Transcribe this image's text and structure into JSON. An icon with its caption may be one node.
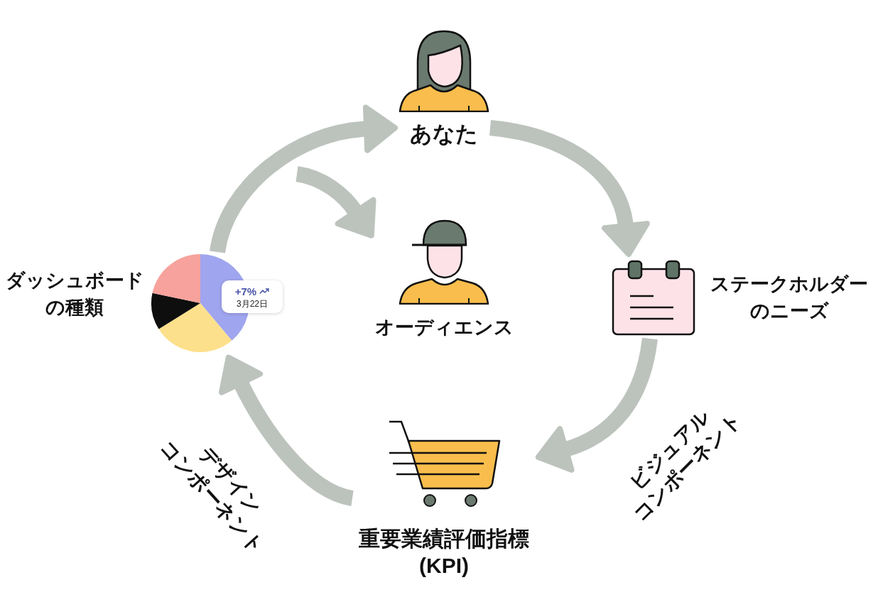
{
  "diagram": {
    "nodes": [
      {
        "text": [
          "あなた"
        ]
      },
      {
        "text": [
          "ダッシュボードの種類"
        ]
      },
      {
        "text": [
          "+7%",
          "3月22日"
        ]
      },
      {
        "text": [
          "オーディエンス"
        ]
      },
      {
        "text": [
          "ステークホルダーのニーズ"
        ]
      },
      {
        "text": [
          "重要業績評価指標 (KPI)"
        ]
      }
    ],
    "edges": [
      {
        "from": 0,
        "to": 4,
        "arrow": "to"
      },
      {
        "from": 4,
        "to": 5,
        "arrow": "to",
        "label": "ビジュアルコンポーネント"
      },
      {
        "from": 5,
        "to": 1,
        "arrow": "to",
        "label": "デザインコンポーネント"
      },
      {
        "from": 1,
        "to": 0,
        "arrow": "to"
      },
      {
        "from": null,
        "to": 3,
        "arrow": "to"
      }
    ]
  }
}
